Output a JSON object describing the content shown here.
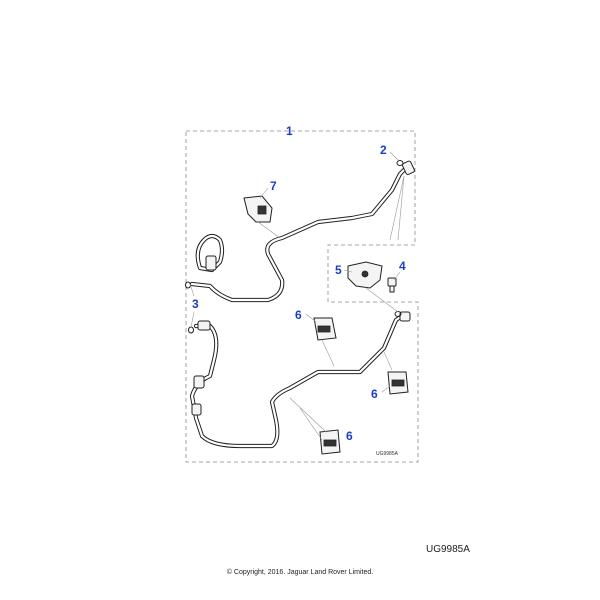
{
  "callouts": {
    "c1": "1",
    "c2": "2",
    "c3": "3",
    "c4": "4",
    "c5": "5",
    "c6a": "6",
    "c6b": "6",
    "c6c": "6",
    "c7": "7"
  },
  "inner_code": "UG9985A",
  "drawing_code": "UG9985A",
  "copyright": "© Copyright, 2016. Jaguar Land Rover Limited.",
  "colors": {
    "callout": "#1a3fc7",
    "line": "#222222",
    "dash": "#8a8a8a"
  }
}
